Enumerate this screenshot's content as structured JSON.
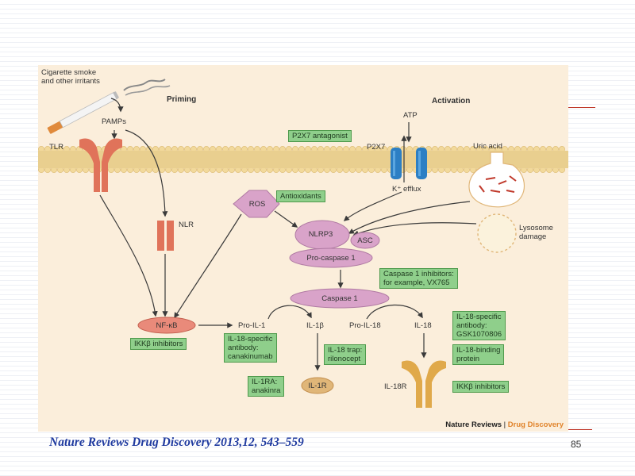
{
  "colors": {
    "accent": "#1f3a9f",
    "box_fill": "#8fcf8b",
    "receptor": "#e0735a",
    "nlrp": "#d9a3c9",
    "membrane": "#e9cf8f"
  },
  "labels": {
    "cigarette": "Cigarette smoke\nand other irritants",
    "priming": "Priming",
    "activation": "Activation",
    "pamps": "PAMPs",
    "tlr": "TLR",
    "atp": "ATP",
    "p2x7": "P2X7",
    "uric_acid": "Uric acid",
    "k_efflux": "K⁺ efflux",
    "nlr": "NLR",
    "ros": "ROS",
    "nlrp3": "NLRP3",
    "asc": "ASC",
    "pro_caspase": "Pro-caspase 1",
    "caspase": "Caspase 1",
    "lysosome": "Lysosome\ndamage",
    "nfkb": "NF-κB",
    "pro_il1": "Pro-IL-1",
    "il1b": "IL-1β",
    "pro_il18": "Pro-IL-18",
    "il18": "IL-18",
    "il1r": "IL-1R",
    "il18r": "IL-18R"
  },
  "boxes": {
    "p2x7_antagonist": "P2X7 antagonist",
    "antioxidants": "Antioxidants",
    "caspase_inhibitors": "Caspase 1 inhibitors:\nfor example, VX765",
    "ikkb_left": "IKKβ inhibitors",
    "il18_antibody_left": "IL-18-specific\nantibody:\ncanakinumab",
    "il18_trap": "IL-18 trap:\nrilonocept",
    "il1ra": "IL-1RA:\nanakinra",
    "il18_antibody_right": "IL-18-specific\nantibody:\nGSK1070806",
    "il18_binding": "IL-18-binding\nprotein",
    "ikkb_right": "IKKβ inhibitors"
  },
  "credit": {
    "journal": "Nature Reviews",
    "sep": " | ",
    "section": "Drug Discovery"
  },
  "footer": {
    "citation": "Nature Reviews Drug Discovery 2013,12, 543–559",
    "page_number": "85"
  }
}
